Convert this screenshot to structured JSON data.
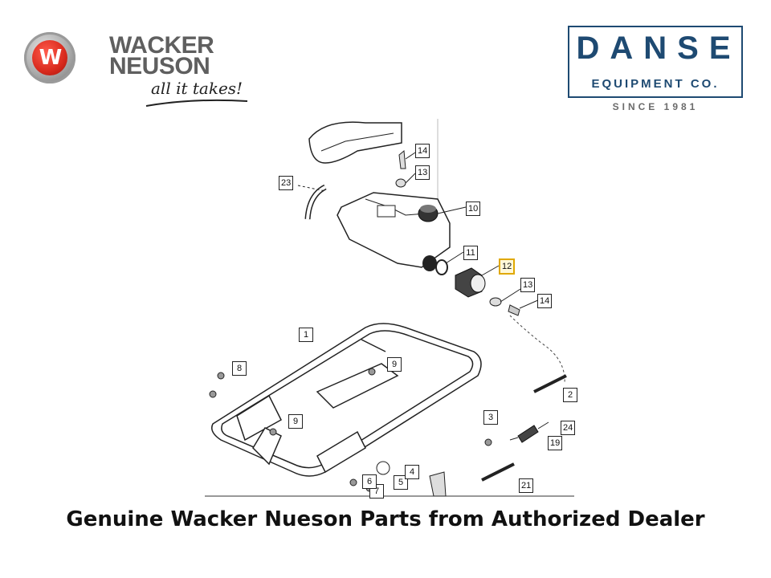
{
  "brand": {
    "wacker_neuson": {
      "line1": "WACKER",
      "line2": "NEUSON",
      "tagline": "all it takes!",
      "logo_letter": "W"
    },
    "danse": {
      "name": "DANSE",
      "subtitle": "EQUIPMENT CO.",
      "since": "SINCE 1981"
    }
  },
  "diagram": {
    "callouts": [
      "14",
      "13",
      "23",
      "10",
      "11",
      "12",
      "13",
      "14",
      "1",
      "9",
      "8",
      "9",
      "2",
      "3",
      "24",
      "19",
      "7",
      "6",
      "5",
      "4",
      "21"
    ],
    "highlighted_callout": "12"
  },
  "caption": "Genuine Wacker Nueson Parts from Authorized Dealer",
  "colors": {
    "danse_blue": "#1e4a72",
    "wacker_red": "#d92a1d",
    "highlight": "#e0a800"
  }
}
